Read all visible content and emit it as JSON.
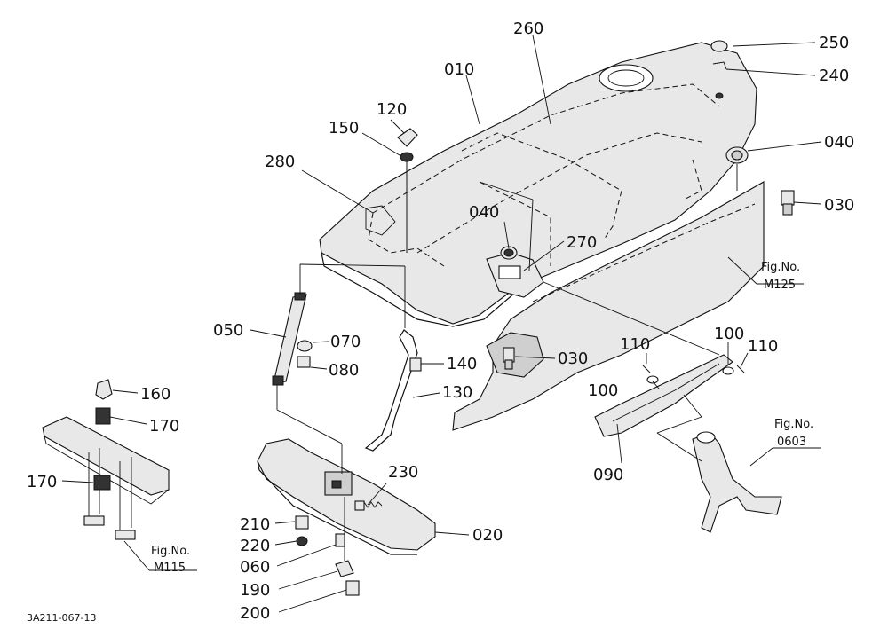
{
  "callouts": {
    "p260": "260",
    "p250": "250",
    "p240": "240",
    "p010": "010",
    "p120": "120",
    "p150": "150",
    "p040a": "040",
    "p280": "280",
    "p030a": "030",
    "p040b": "040",
    "p270": "270",
    "p050": "050",
    "p070": "070",
    "p080": "080",
    "p140": "140",
    "p030b": "030",
    "p110a": "110",
    "p100a": "100",
    "p110b": "110",
    "p100b": "100",
    "p130": "130",
    "p160": "160",
    "p170a": "170",
    "p170b": "170",
    "p090": "090",
    "p230": "230",
    "p210": "210",
    "p220": "220",
    "p060": "060",
    "p020": "020",
    "p190": "190",
    "p200": "200"
  },
  "references": {
    "fig_m125_line1": "Fig.No.",
    "fig_m125_line2": "M125",
    "fig_0603_line1": "Fig.No.",
    "fig_0603_line2": "0603",
    "fig_m115_line1": "Fig.No.",
    "fig_m115_line2": "M115"
  },
  "footer": {
    "drawing_number": "3A211-067-13"
  }
}
